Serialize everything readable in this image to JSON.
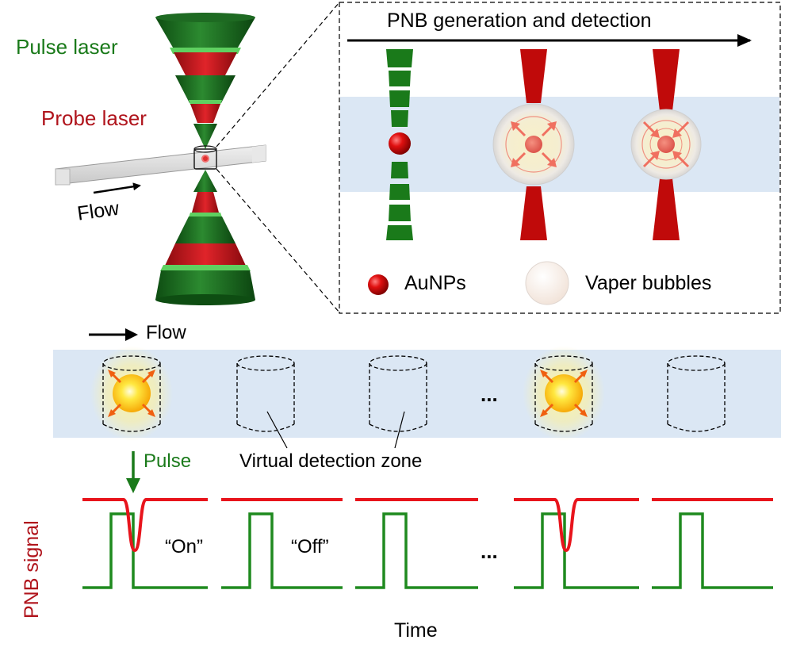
{
  "labels": {
    "pulse_laser": "Pulse laser",
    "probe_laser": "Probe laser",
    "flow_top": "Flow",
    "inset_title": "PNB generation and detection",
    "legend_aunps": "AuNPs",
    "legend_bubbles": "Vaper bubbles",
    "flow_middle": "Flow",
    "pulse": "Pulse",
    "virtual_zone": "Virtual detection zone",
    "ellipsis_zone": "...",
    "on": "“On”",
    "off": "“Off”",
    "ellipsis_signal": "...",
    "y_axis": "PNB signal",
    "x_axis": "Time"
  },
  "colors": {
    "pulse_green": "#1a7a1a",
    "probe_red": "#c8102e",
    "channel_blue": "#dbe7f4",
    "signal_red": "#e8141c",
    "signal_green": "#1f8a1f"
  },
  "detection_zones": [
    {
      "state": "on"
    },
    {
      "state": "off"
    },
    {
      "state": "off"
    },
    {
      "state": "on"
    },
    {
      "state": "off"
    }
  ],
  "signal_segments": [
    {
      "state": "on"
    },
    {
      "state": "off"
    },
    {
      "state": "off"
    },
    {
      "state": "on"
    },
    {
      "state": "off"
    }
  ]
}
